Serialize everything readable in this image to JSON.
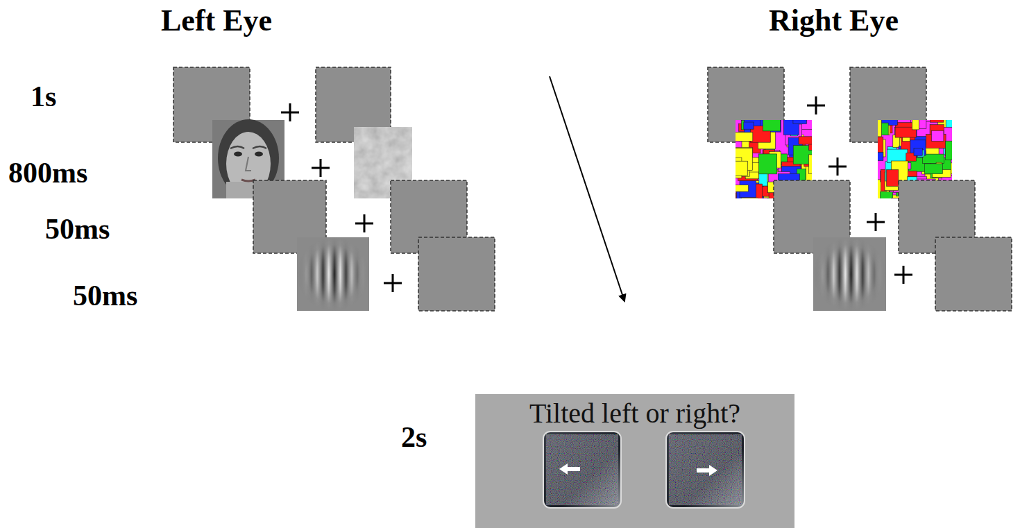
{
  "diagram": {
    "nodes": [
      {
        "text": [
          "Tilted left or right?"
        ]
      }
    ],
    "labels": [
      "Left Eye",
      "Right Eye",
      "1s",
      "800ms",
      "50ms",
      "50ms",
      "2s"
    ]
  }
}
